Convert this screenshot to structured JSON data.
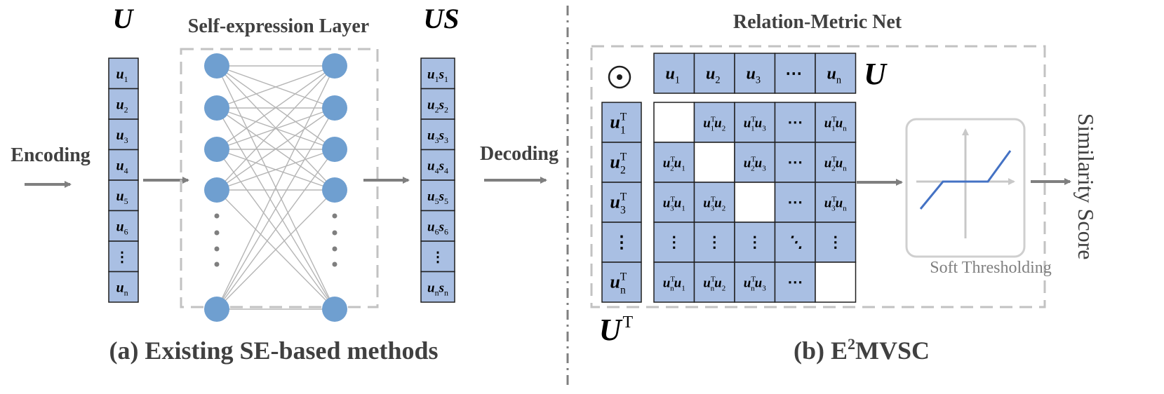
{
  "left": {
    "u_label": "U",
    "layer_title": "Self-expression Layer",
    "us_label": "US",
    "encoding": "Encoding",
    "decoding": "Decoding",
    "caption": "(a) Existing SE-based methods",
    "u_cells": [
      {
        "b": "u",
        "s": "1"
      },
      {
        "b": "u",
        "s": "2"
      },
      {
        "b": "u",
        "s": "3"
      },
      {
        "b": "u",
        "s": "4"
      },
      {
        "b": "u",
        "s": "5"
      },
      {
        "b": "u",
        "s": "6"
      },
      {
        "b": "⋮",
        "s": ""
      },
      {
        "b": "u",
        "s": "n"
      }
    ],
    "us_cells": [
      {
        "i": "1"
      },
      {
        "i": "2"
      },
      {
        "i": "3"
      },
      {
        "i": "4"
      },
      {
        "i": "5"
      },
      {
        "i": "6"
      },
      {
        "i": "⋮"
      },
      {
        "i": "n"
      }
    ]
  },
  "right": {
    "title": "Relation-Metric Net",
    "odot": "⊙",
    "u_big": "U",
    "ut_big": "U",
    "ut_sup": "T",
    "soft_label": "Soft Thresholding",
    "similarity": "Similarity Score",
    "caption_pre": "(b) E",
    "caption_sup": "2",
    "caption_post": "MVSC",
    "top_row": [
      {
        "b": "u",
        "s": "1"
      },
      {
        "b": "u",
        "s": "2"
      },
      {
        "b": "u",
        "s": "3"
      },
      {
        "b": "⋯",
        "s": ""
      },
      {
        "b": "u",
        "s": "n"
      }
    ],
    "left_col": [
      {
        "b": "u",
        "s": "1"
      },
      {
        "b": "u",
        "s": "2"
      },
      {
        "b": "u",
        "s": "3"
      },
      {
        "b": "⋮",
        "s": ""
      },
      {
        "b": "u",
        "s": "n"
      }
    ],
    "matrix_ids": [
      "1",
      "2",
      "3",
      "⋯",
      "n"
    ]
  },
  "colors": {
    "cell_fill": "#a9bfe3",
    "node_fill": "#6f9fd0",
    "dash_gray": "#c2c2c2",
    "arrow_gray": "#7f7f7f",
    "curve_blue": "#4472c4"
  }
}
